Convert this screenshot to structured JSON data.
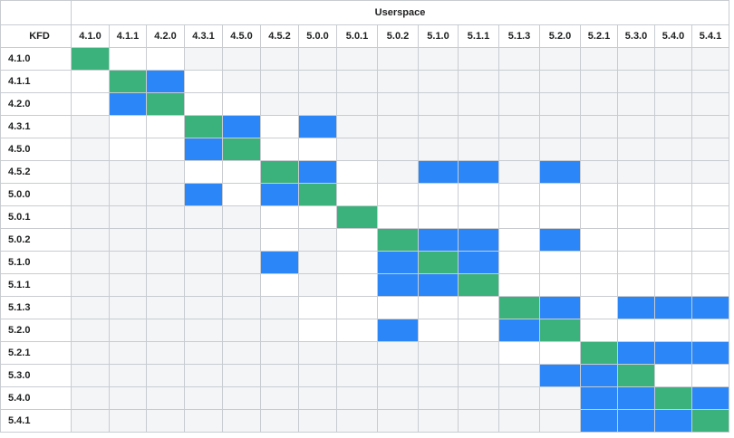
{
  "table": {
    "group_header": "Userspace",
    "row_axis_label": "KFD",
    "columns": [
      "4.1.0",
      "4.1.1",
      "4.2.0",
      "4.3.1",
      "4.5.0",
      "4.5.2",
      "5.0.0",
      "5.0.1",
      "5.0.2",
      "5.1.0",
      "5.1.1",
      "5.1.3",
      "5.2.0",
      "5.2.1",
      "5.3.0",
      "5.4.0",
      "5.4.1"
    ],
    "legend_colors": {
      "gray": "#f4f5f7",
      "white": "#ffffff",
      "green": "#3bb27b",
      "blue": "#2b86f7"
    },
    "rows": [
      {
        "label": "4.1.0",
        "cells": [
          "d",
          "w",
          "w",
          "g",
          "g",
          "g",
          "g",
          "g",
          "g",
          "g",
          "g",
          "g",
          "g",
          "g",
          "g",
          "g",
          "g"
        ]
      },
      {
        "label": "4.1.1",
        "cells": [
          "w",
          "d",
          "b",
          "w",
          "g",
          "g",
          "g",
          "g",
          "g",
          "g",
          "g",
          "g",
          "g",
          "g",
          "g",
          "g",
          "g"
        ]
      },
      {
        "label": "4.2.0",
        "cells": [
          "w",
          "b",
          "d",
          "w",
          "w",
          "g",
          "g",
          "g",
          "g",
          "g",
          "g",
          "g",
          "g",
          "g",
          "g",
          "g",
          "g"
        ]
      },
      {
        "label": "4.3.1",
        "cells": [
          "g",
          "w",
          "w",
          "d",
          "b",
          "w",
          "b",
          "g",
          "g",
          "g",
          "g",
          "g",
          "g",
          "g",
          "g",
          "g",
          "g"
        ]
      },
      {
        "label": "4.5.0",
        "cells": [
          "g",
          "w",
          "w",
          "b",
          "d",
          "w",
          "w",
          "g",
          "g",
          "g",
          "g",
          "g",
          "g",
          "g",
          "g",
          "g",
          "g"
        ]
      },
      {
        "label": "4.5.2",
        "cells": [
          "g",
          "g",
          "g",
          "w",
          "w",
          "d",
          "b",
          "w",
          "g",
          "b",
          "b",
          "g",
          "b",
          "g",
          "g",
          "g",
          "g"
        ]
      },
      {
        "label": "5.0.0",
        "cells": [
          "g",
          "g",
          "g",
          "b",
          "w",
          "b",
          "d",
          "w",
          "w",
          "w",
          "w",
          "w",
          "w",
          "w",
          "w",
          "w",
          "w"
        ]
      },
      {
        "label": "5.0.1",
        "cells": [
          "g",
          "g",
          "g",
          "g",
          "g",
          "w",
          "w",
          "d",
          "w",
          "w",
          "w",
          "w",
          "w",
          "w",
          "w",
          "w",
          "w"
        ]
      },
      {
        "label": "5.0.2",
        "cells": [
          "g",
          "g",
          "g",
          "g",
          "g",
          "w",
          "g",
          "w",
          "d",
          "b",
          "b",
          "w",
          "b",
          "w",
          "w",
          "w",
          "w"
        ]
      },
      {
        "label": "5.1.0",
        "cells": [
          "g",
          "g",
          "g",
          "g",
          "g",
          "b",
          "g",
          "w",
          "b",
          "d",
          "b",
          "w",
          "w",
          "w",
          "w",
          "w",
          "w"
        ]
      },
      {
        "label": "5.1.1",
        "cells": [
          "g",
          "g",
          "g",
          "g",
          "g",
          "w",
          "g",
          "w",
          "b",
          "b",
          "d",
          "w",
          "w",
          "w",
          "w",
          "w",
          "w"
        ]
      },
      {
        "label": "5.1.3",
        "cells": [
          "g",
          "g",
          "g",
          "g",
          "g",
          "g",
          "w",
          "w",
          "w",
          "w",
          "w",
          "d",
          "b",
          "w",
          "b",
          "b",
          "b"
        ]
      },
      {
        "label": "5.2.0",
        "cells": [
          "g",
          "g",
          "g",
          "g",
          "g",
          "g",
          "w",
          "w",
          "b",
          "w",
          "w",
          "b",
          "d",
          "w",
          "w",
          "w",
          "w"
        ]
      },
      {
        "label": "5.2.1",
        "cells": [
          "g",
          "g",
          "g",
          "g",
          "g",
          "g",
          "g",
          "g",
          "g",
          "g",
          "g",
          "w",
          "w",
          "d",
          "b",
          "b",
          "b"
        ]
      },
      {
        "label": "5.3.0",
        "cells": [
          "g",
          "g",
          "g",
          "g",
          "g",
          "g",
          "g",
          "g",
          "g",
          "g",
          "g",
          "g",
          "b",
          "b",
          "d",
          "w",
          "w"
        ]
      },
      {
        "label": "5.4.0",
        "cells": [
          "g",
          "g",
          "g",
          "g",
          "g",
          "g",
          "g",
          "g",
          "g",
          "g",
          "g",
          "g",
          "g",
          "b",
          "b",
          "d",
          "b"
        ]
      },
      {
        "label": "5.4.1",
        "cells": [
          "g",
          "g",
          "g",
          "g",
          "g",
          "g",
          "g",
          "g",
          "g",
          "g",
          "g",
          "g",
          "g",
          "b",
          "b",
          "b",
          "d"
        ]
      }
    ]
  }
}
